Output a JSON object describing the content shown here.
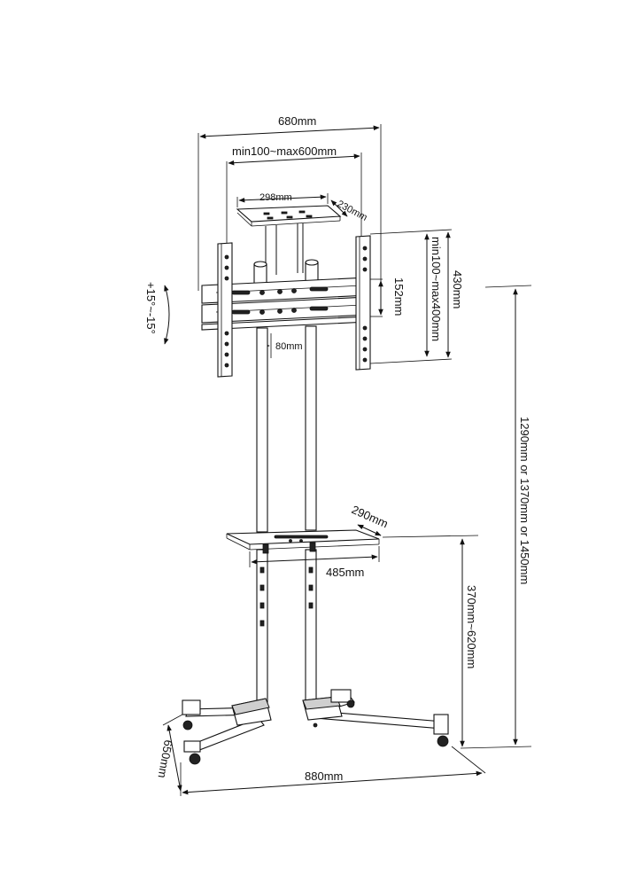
{
  "dimensions": {
    "overall_width": "680mm",
    "vesa_width": "min100~max600mm",
    "top_shelf_width": "298mm",
    "top_shelf_depth": "230mm",
    "bracket_height": "430mm",
    "vesa_height": "min100~max400mm",
    "bracket_gap": "152mm",
    "tilt": "+15°~-15°",
    "pole_gap": "80mm",
    "shelf_depth": "290mm",
    "shelf_width": "485mm",
    "total_height": "1290mm or 1370mm or 1450mm",
    "shelf_height": "370mm~620mm",
    "base_depth": "650mm",
    "base_width": "880mm"
  },
  "colors": {
    "line": "#111111",
    "background": "#ffffff"
  }
}
